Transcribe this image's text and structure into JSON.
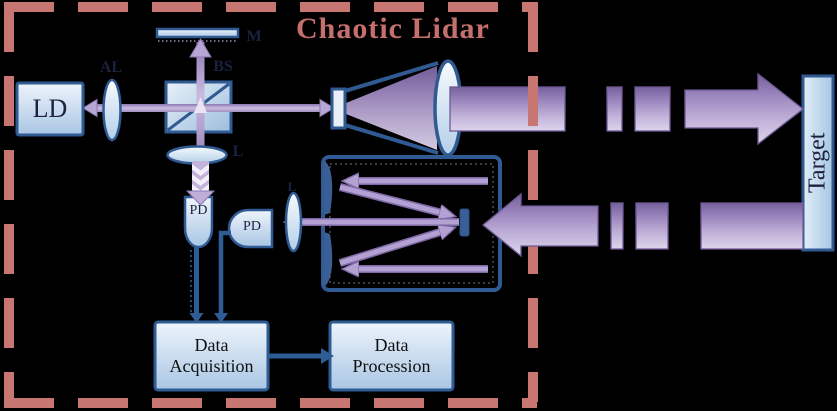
{
  "diagram": {
    "title": "Chaotic Lidar",
    "components": {
      "ld": "LD",
      "al": "AL",
      "bs": "BS",
      "mirror": "M",
      "lens_transmit": "L",
      "lens_receive": "L",
      "pd1": "PD",
      "pd2": "PD",
      "data_acquisition": {
        "line1": "Data",
        "line2": "Acquisition"
      },
      "data_procession": {
        "line1": "Data",
        "line2": "Procession"
      },
      "target": "Target"
    },
    "colors": {
      "background": "#000000",
      "border_red": "#c87672",
      "title_red": "#c5706c",
      "box_border_blue": "#2f5a92",
      "box_fill_light": "#dceafa",
      "beam_purple_light": "#c0b1d8",
      "beam_purple_dark": "#7e68a5",
      "mirror_blue": "#3a5f97",
      "line_blue": "#2e5c94"
    }
  }
}
